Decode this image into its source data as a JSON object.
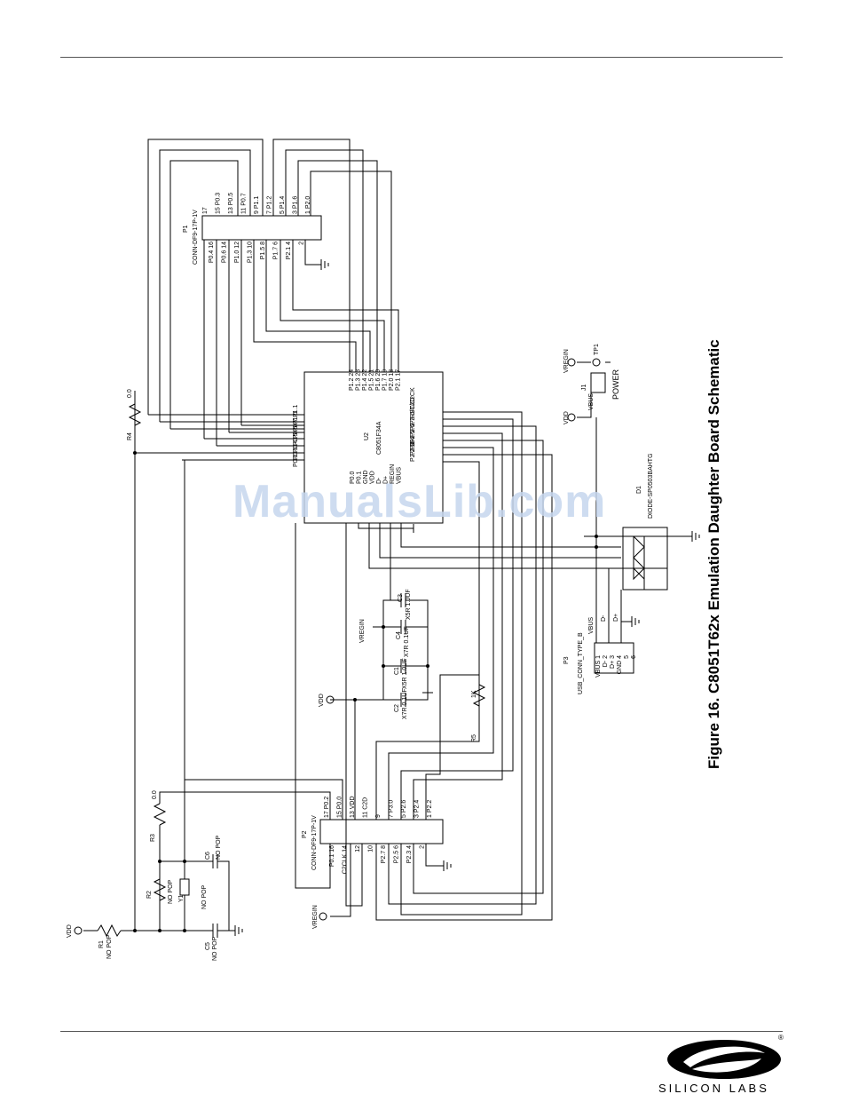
{
  "figure_caption": "Figure 16. C8051T62x Emulation Daughter Board Schematic",
  "watermark": "ManualsLib.com",
  "logo": {
    "text": "SILICON LABS",
    "registered": "®"
  },
  "u2": {
    "ref": "U2",
    "part": "C8051F34A",
    "top_pins": [
      "P1.2 24",
      "P1.3 23",
      "P1.4 22",
      "P1.5 21",
      "P1.6 20",
      "P1.7 19",
      "P2.0 18",
      "P2.1 17"
    ],
    "left_pins": [
      "P1.1",
      "P1.0",
      "P0.7",
      "P0.6",
      "P0.5",
      "P0.4",
      "P0.3",
      "P0.2"
    ],
    "right_pins": [
      "P2.2 16",
      "P2.3",
      "P2.4",
      "P2.5",
      "P2.6",
      "P2.7",
      "P3.0/C2D",
      "RST/C2CK"
    ],
    "bottom_pins": [
      "P0.0",
      "P0.1",
      "GND",
      "VDD",
      "D-",
      "D+",
      "REGIN",
      "VBUS"
    ]
  },
  "p1": {
    "ref": "P1",
    "part": "CONN-DF9-17P-1V",
    "top_pins": [
      "17",
      "15 P0.3",
      "13 P0.5",
      "11 P0.7",
      "9 P1.1",
      "7 P1.2",
      "5 P1.4",
      "3 P1.6",
      "1 P2.0"
    ],
    "bottom_pins": [
      "P0.4 16",
      "P0.6 14",
      "P1.0 12",
      "P1.3 10",
      "P1.5 8",
      "P1.7 6",
      "P2.1 4",
      "2"
    ]
  },
  "p2": {
    "ref": "P2",
    "part": "CONN-DF9-17P-1V",
    "top_pins": [
      "17 P0.2",
      "15 P0.0",
      "13 VDD",
      "11 C2D",
      "9",
      "7 P3.0",
      "5 P2.6",
      "3 P2.4",
      "1 P2.2"
    ],
    "bottom_pins": [
      "P0.1 16",
      "C2CLK 14",
      "12",
      "10",
      "P2.7 8",
      "P2.5 6",
      "P2.3 4",
      "2"
    ]
  },
  "p3": {
    "ref": "P3",
    "part": "USB_CONN_TYPE_B",
    "pins": [
      "VBUS 1",
      "D- 2",
      "D+ 3",
      "GND 4",
      "5",
      "6"
    ]
  },
  "d1": {
    "ref": "D1",
    "part": "DIODE-SP0503BAHTG"
  },
  "j1": {
    "ref": "J1",
    "label": "POWER",
    "tp": "TP1"
  },
  "components": [
    {
      "ref": "R1",
      "value": "NO POP"
    },
    {
      "ref": "R2",
      "value": "NO POP"
    },
    {
      "ref": "R3",
      "value": "0.0"
    },
    {
      "ref": "R4",
      "value": "0.0"
    },
    {
      "ref": "R5",
      "value": "1K"
    },
    {
      "ref": "Y1",
      "value": "NO POP"
    },
    {
      "ref": "C1",
      "value": "X5R 1.0UF"
    },
    {
      "ref": "C2",
      "value": "X7R 0.1UF"
    },
    {
      "ref": "C3",
      "value": "X5R 1.0UF"
    },
    {
      "ref": "C4",
      "value": "X7R 0.1UF"
    },
    {
      "ref": "C5",
      "value": "NO POP"
    },
    {
      "ref": "C6",
      "value": "NO POP"
    }
  ],
  "net_labels": {
    "vdd": "VDD",
    "vregin": "VREGIN",
    "vbus": "VBUS",
    "dminus": "D-",
    "dplus": "D+",
    "gnd": "GND"
  }
}
